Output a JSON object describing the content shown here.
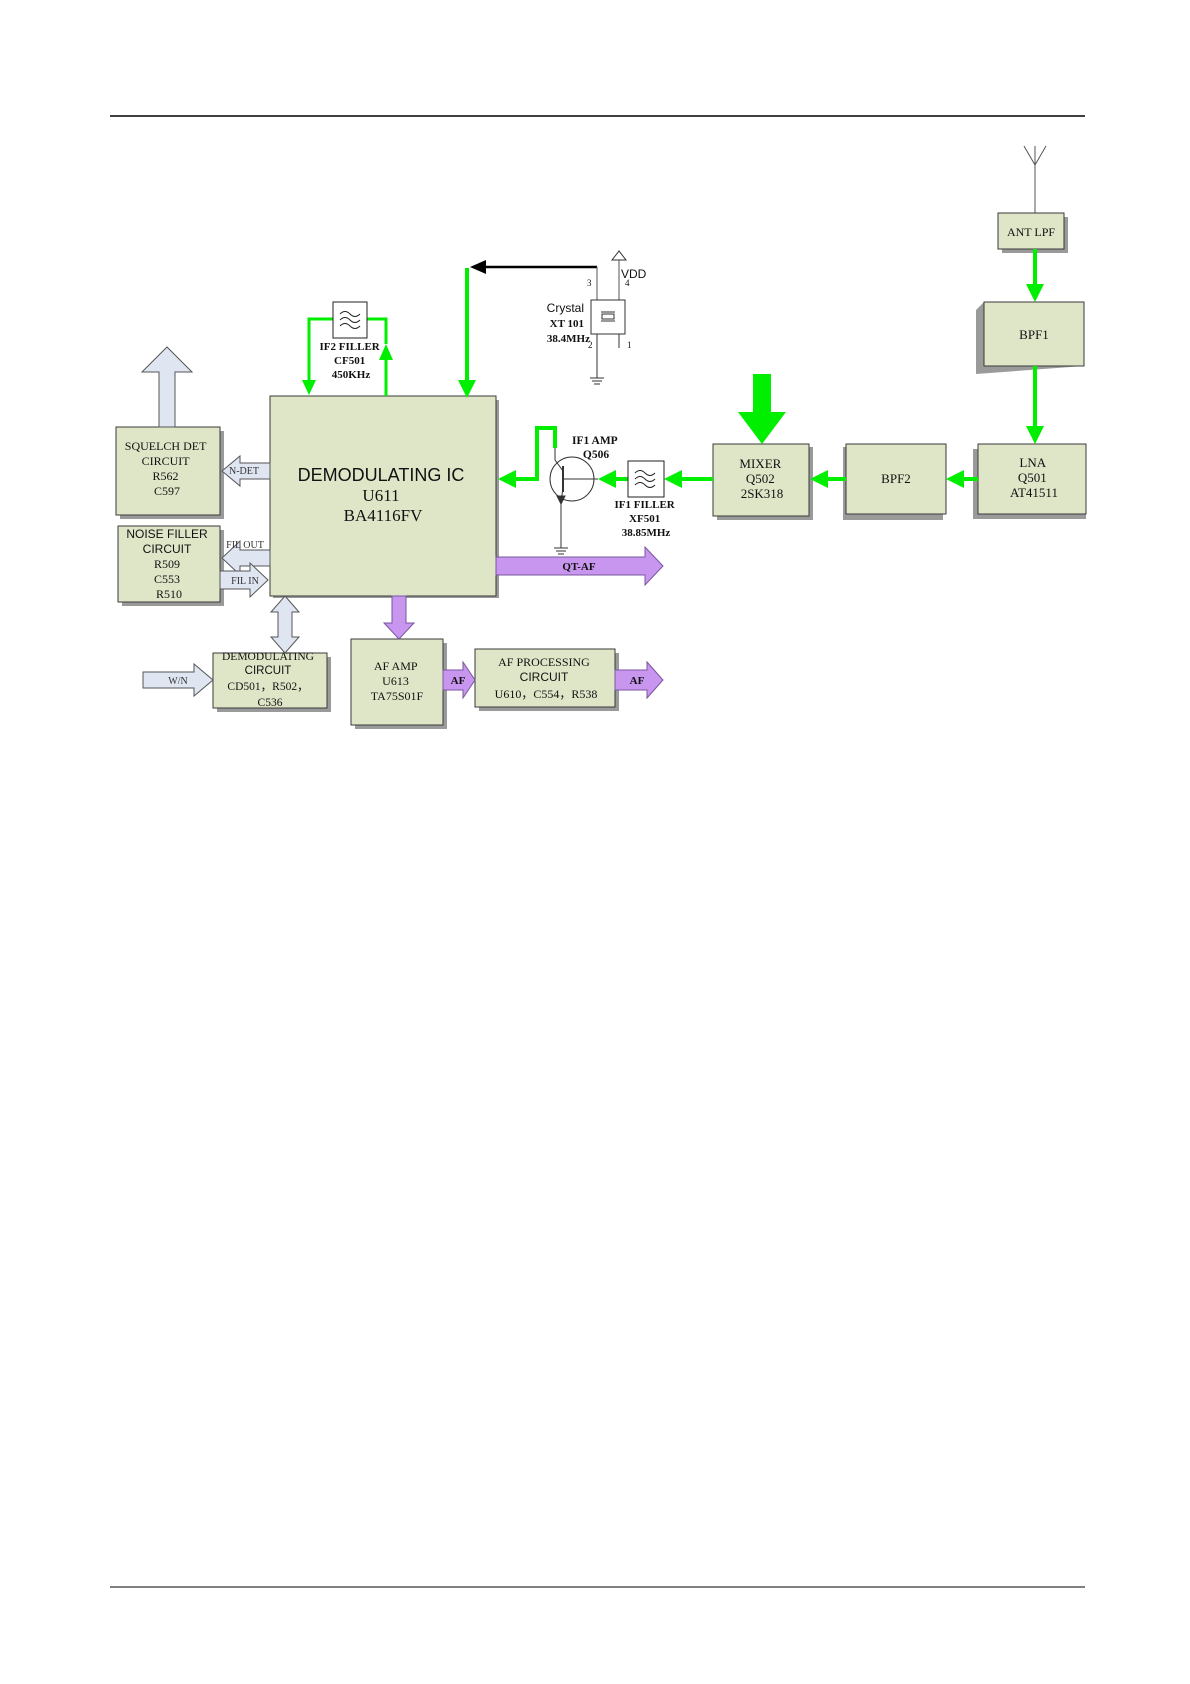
{
  "colors": {
    "signal_green": "#00ee00",
    "audio_purple": "#c896ee",
    "control_blue": "#dfe6f2",
    "box_fill": "#dfe6c8"
  },
  "blocks": {
    "ant_lpf": {
      "lines": [
        "ANT LPF"
      ]
    },
    "bpf1": {
      "lines": [
        "BPF1"
      ]
    },
    "lna": {
      "lines": [
        "LNA",
        "Q501",
        "AT41511"
      ]
    },
    "bpf2": {
      "lines": [
        "BPF2"
      ]
    },
    "mixer": {
      "lines": [
        "MIXER",
        "Q502",
        "2SK318"
      ]
    },
    "demod_ic": {
      "lines": [
        "DEMODULATING  IC",
        "U611",
        "BA4116FV"
      ]
    },
    "squelch": {
      "lines": [
        "SQUELCH DET",
        "CIRCUIT",
        "R562",
        "C597"
      ]
    },
    "noise_filler": {
      "lines": [
        "NOISE  FILLER",
        "CIRCUIT",
        "R509",
        "C553",
        "R510"
      ]
    },
    "demod_circuit": {
      "lines": [
        "DEMODULATING",
        "CIRCUIT",
        "CD501，R502，",
        "C536"
      ]
    },
    "af_amp": {
      "lines": [
        "AF AMP",
        "U613",
        "TA75S01F"
      ]
    },
    "af_processing": {
      "lines": [
        "AF PROCESSING",
        "CIRCUIT",
        "U610，C554，R538"
      ]
    }
  },
  "components": {
    "if1_filter": {
      "lines": [
        "IF1  FILLER",
        "XF501",
        "38.85MHz"
      ]
    },
    "if2_filter": {
      "lines": [
        "IF2 FILLER",
        "CF501",
        "450KHz"
      ]
    },
    "if1_amp": {
      "lines": [
        "IF1 AMP",
        "Q506"
      ]
    },
    "crystal": {
      "lines": [
        "Crystal",
        "XT 101",
        "38.4MHz"
      ],
      "pins": [
        "3",
        "4",
        "2",
        "1"
      ]
    },
    "vdd": "VDD"
  },
  "signals": {
    "n_det": "N-DET",
    "fil_out": "FIL OUT",
    "fil_in": "FIL IN",
    "qt_af": "QT-AF",
    "wn": "W/N",
    "af_1": "AF",
    "af_2": "AF"
  }
}
